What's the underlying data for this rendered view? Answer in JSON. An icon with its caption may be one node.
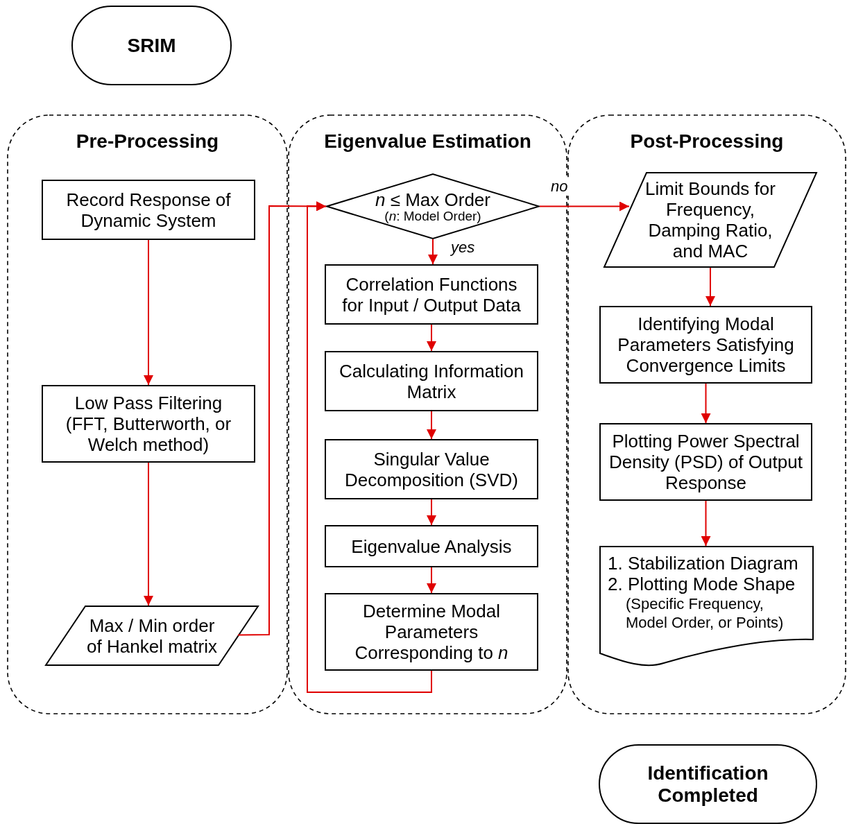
{
  "diagram": {
    "nodes": [
      {
        "text": [
          "SRIM"
        ]
      },
      {
        "text": [
          "Pre-Processing"
        ]
      },
      {
        "text": [
          "Record Response of Dynamic System"
        ],
        "in": 1
      },
      {
        "text": [
          "Low Pass Filtering (FFT, Butterworth, or Welch method)"
        ],
        "in": 1
      },
      {
        "text": [
          "Max / Min order of Hankel matrix"
        ],
        "in": 1
      },
      {
        "text": [
          "Eigenvalue Estimation"
        ]
      },
      {
        "text": [
          "*n* ≤ Max Order",
          "(*n*: Model Order)"
        ],
        "in": 5
      },
      {
        "text": [
          "Correlation Functions for Input / Output Data"
        ],
        "in": 5
      },
      {
        "text": [
          "Calculating Information Matrix"
        ],
        "in": 5
      },
      {
        "text": [
          "Singular Value Decomposition (SVD)"
        ],
        "in": 5
      },
      {
        "text": [
          "Eigenvalue Analysis"
        ],
        "in": 5
      },
      {
        "text": [
          "Determine Modal Parameters Corresponding to *n*"
        ],
        "in": 5
      },
      {
        "text": [
          "Post-Processing"
        ]
      },
      {
        "text": [
          "Limit Bounds for Frequency, Damping Ratio, and MAC"
        ],
        "in": 12
      },
      {
        "text": [
          "Identifying Modal Parameters Satisfying Convergence Limits"
        ],
        "in": 12
      },
      {
        "text": [
          "Plotting Power Spectral Density (PSD) of Output Response"
        ],
        "in": 12
      },
      {
        "text": [
          "1. Stabilization Diagram",
          "2. Plotting Mode Shape",
          "(Specific Frequency, Model Order, or Points)"
        ],
        "in": 12
      },
      {
        "text": [
          "Identification Completed"
        ]
      }
    ],
    "edges": [
      {
        "from": 2,
        "to": 3,
        "arrow": "to"
      },
      {
        "from": 3,
        "to": 4,
        "arrow": "to"
      },
      {
        "from": 4,
        "to": 6,
        "arrow": "to"
      },
      {
        "from": 6,
        "to": 7,
        "arrow": "to",
        "label": "yes"
      },
      {
        "from": 7,
        "to": 8,
        "arrow": "to"
      },
      {
        "from": 8,
        "to": 9,
        "arrow": "to"
      },
      {
        "from": 9,
        "to": 10,
        "arrow": "to"
      },
      {
        "from": 10,
        "to": 11,
        "arrow": "to"
      },
      {
        "from": 11,
        "to": 6,
        "arrow": "to"
      },
      {
        "from": 6,
        "to": 13,
        "arrow": "to",
        "label": "no"
      },
      {
        "from": 13,
        "to": 14,
        "arrow": "to"
      },
      {
        "from": 14,
        "to": 15,
        "arrow": "to"
      },
      {
        "from": 15,
        "to": 16,
        "arrow": "to"
      }
    ]
  }
}
